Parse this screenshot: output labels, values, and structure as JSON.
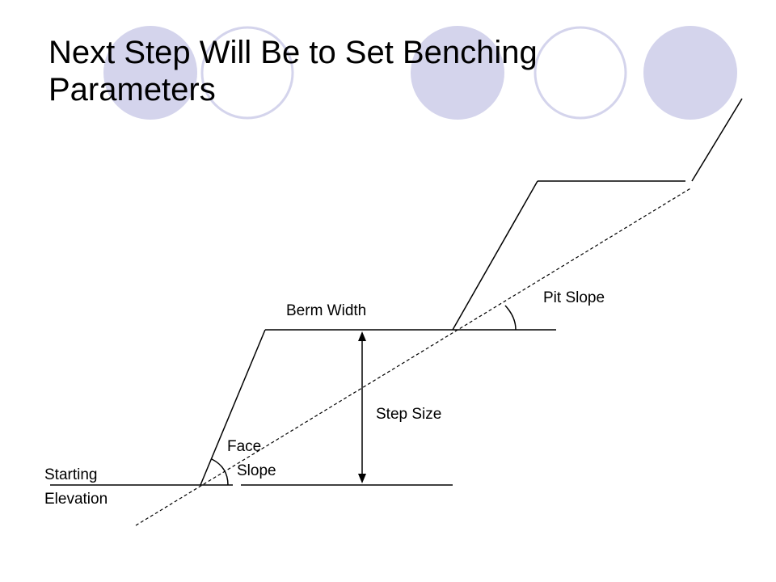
{
  "slide": {
    "title_line1": "Next Step Will Be to Set Benching",
    "title_line2": "Parameters"
  },
  "colors": {
    "circle_fill": "#d4d4ec",
    "circle_outline": "#d4d4ec",
    "line": "#000000"
  },
  "diagram": {
    "labels": {
      "berm_width": "Berm Width",
      "pit_slope": "Pit Slope",
      "step_size": "Step Size",
      "face_line1": "Face",
      "face_line2": "Slope",
      "starting_line1": "Starting",
      "starting_line2": "Elevation"
    }
  }
}
